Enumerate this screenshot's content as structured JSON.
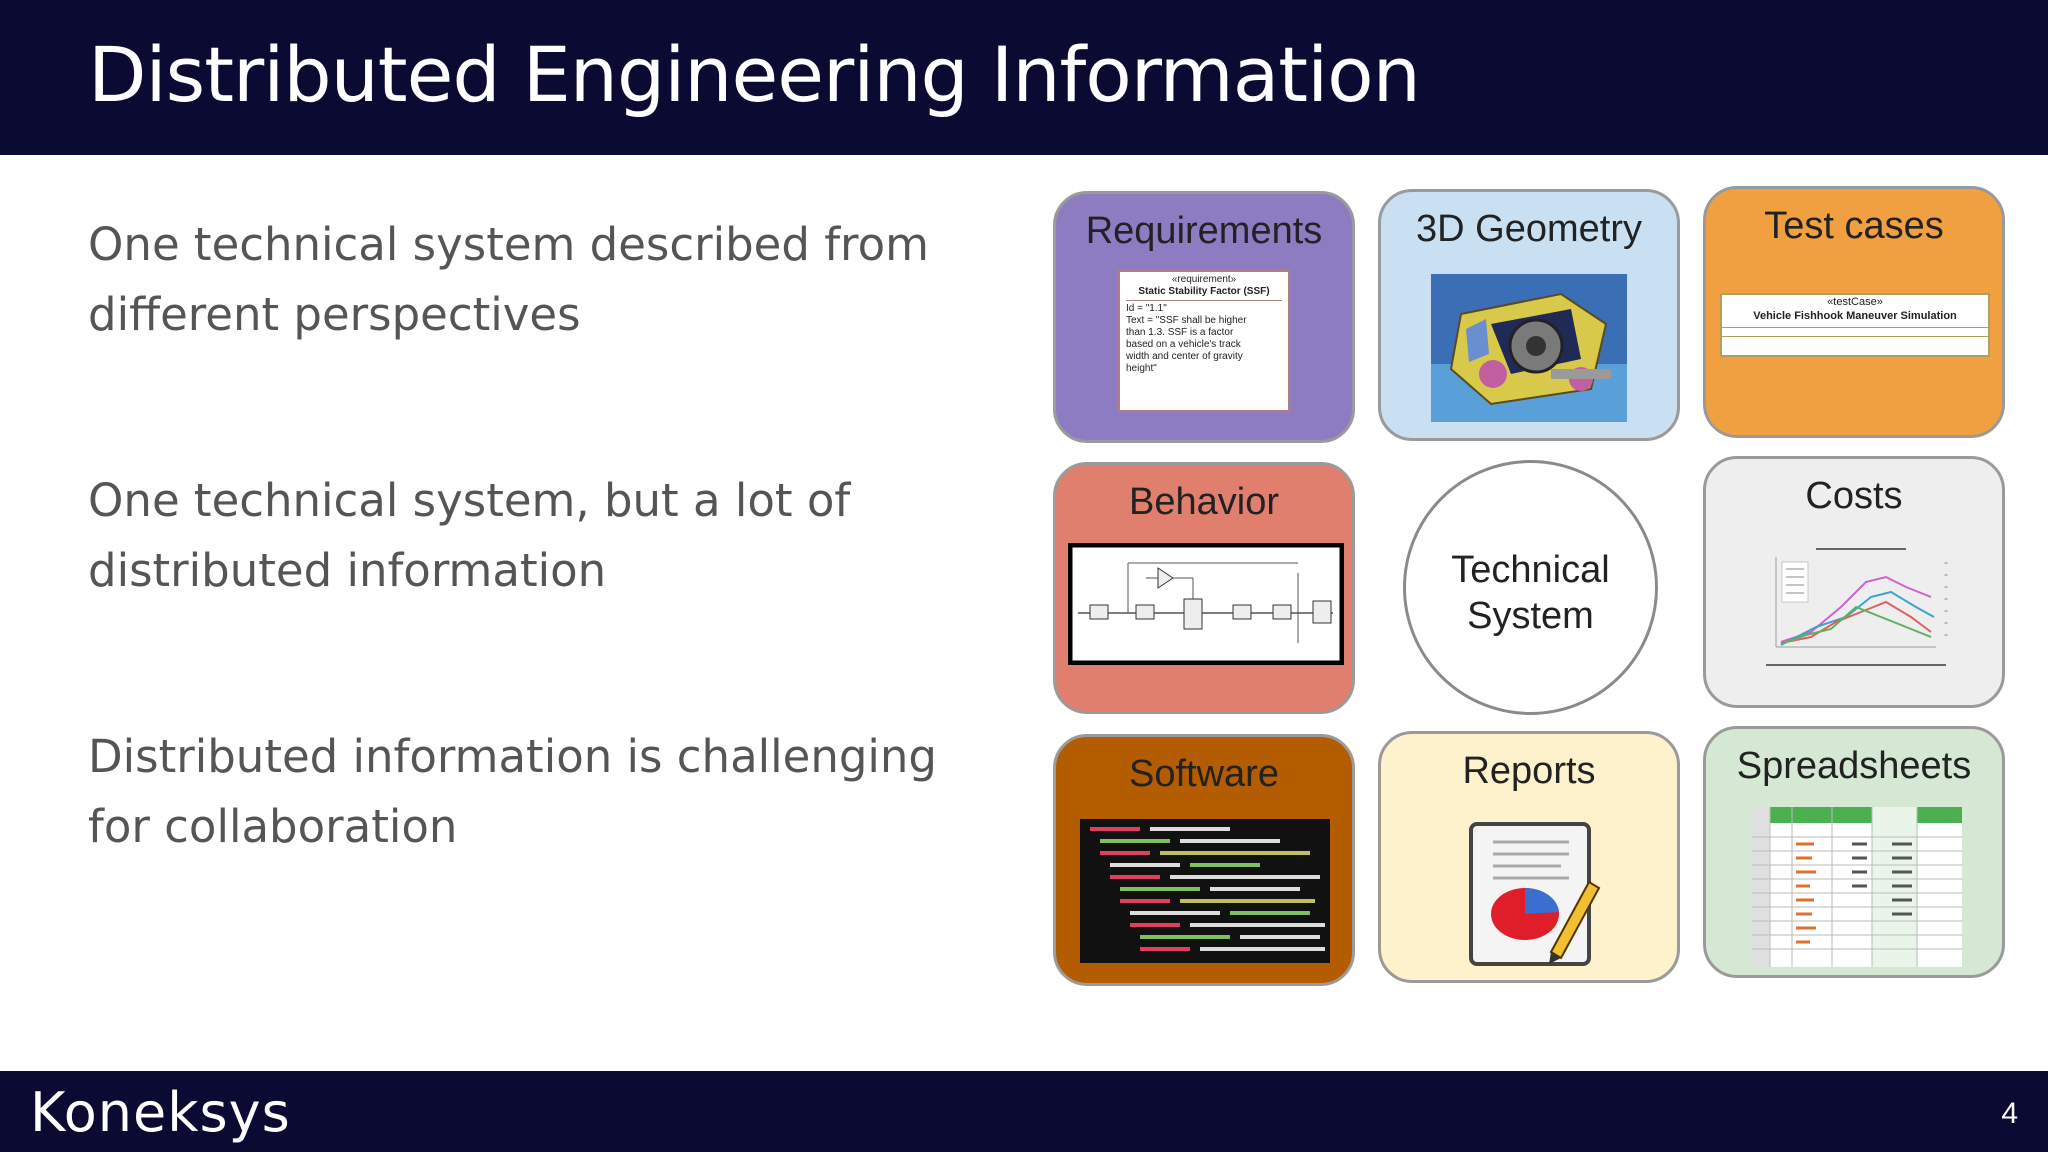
{
  "slide": {
    "title": "Distributed Engineering Information",
    "page_number": "4",
    "logo_text": "Koneksys"
  },
  "bullets": [
    "One technical system described from different perspectives",
    "One technical system, but a lot of distributed information",
    "Distributed information is challenging for collaboration"
  ],
  "tiles": {
    "requirements": {
      "label": "Requirements",
      "color": "#8e7cc3",
      "card": {
        "stereotype": "«requirement»",
        "name": "Static Stability Factor (SSF)",
        "id_line": "Id = \"1.1\"",
        "text_lines": [
          "Text = \"SSF shall be higher",
          "than 1.3. SSF is a factor",
          "based on a vehicle's track",
          "width and center of gravity",
          "height\""
        ]
      }
    },
    "geometry": {
      "label": "3D Geometry",
      "color": "#c9dff2"
    },
    "test_cases": {
      "label": "Test cases",
      "color": "#f0a040",
      "card": {
        "stereotype": "«testCase»",
        "name": "Vehicle Fishhook Maneuver Simulation"
      }
    },
    "behavior": {
      "label": "Behavior",
      "color": "#e07f6e"
    },
    "center": {
      "line1": "Technical",
      "line2": "System"
    },
    "costs": {
      "label": "Costs",
      "color": "#eeeeee"
    },
    "software": {
      "label": "Software",
      "color": "#b35c00"
    },
    "reports": {
      "label": "Reports",
      "color": "#fdf2cc"
    },
    "spreadsheets": {
      "label": "Spreadsheets",
      "color": "#d5e8d4"
    }
  }
}
